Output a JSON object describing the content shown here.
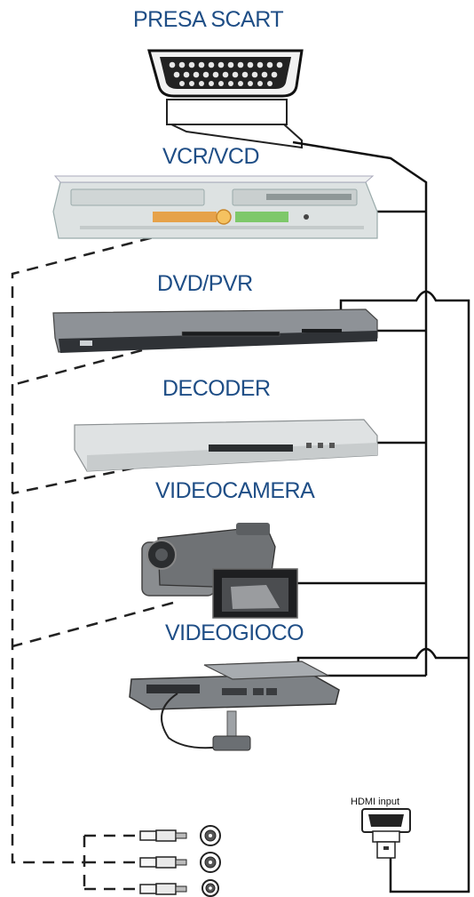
{
  "labels": {
    "scart": "PRESA SCART",
    "vcr": "VCR/VCD",
    "dvd": "DVD/PVR",
    "decoder": "DECODER",
    "videocamera": "VIDEOCAMERA",
    "videogioco": "VIDEOGIOCO",
    "hdmi": "HDMI input"
  },
  "colors": {
    "label": "#1f4e86",
    "wire": "#111111",
    "device_silver": "#d9dcdd",
    "device_dark": "#4a4d52"
  }
}
